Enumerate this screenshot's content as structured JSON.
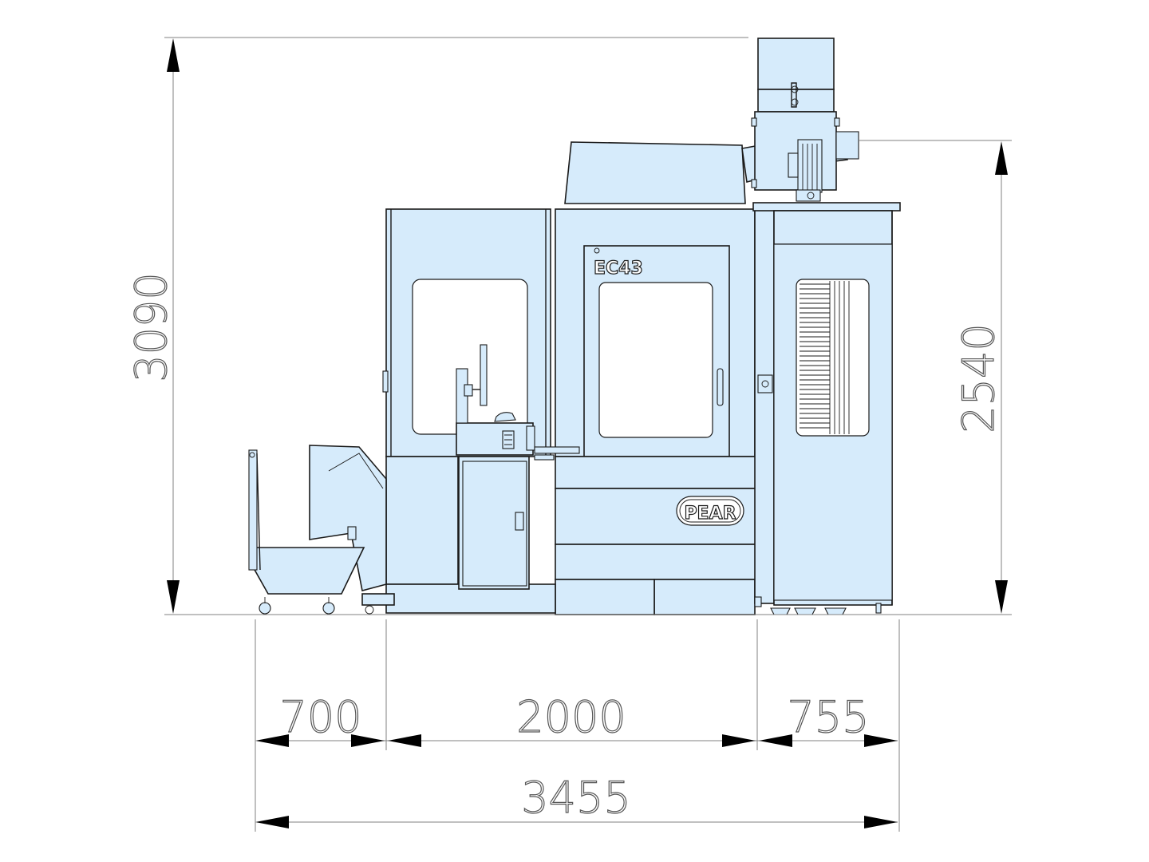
{
  "machine": {
    "model": "EC43",
    "brand": "PEAR"
  },
  "dimensions": {
    "overall_height": "3090",
    "machine_height": "2540",
    "conveyor_width": "700",
    "machine_width": "2000",
    "magazine_width": "755",
    "overall_width": "3455"
  },
  "colors": {
    "body_fill": "#d6ebfb",
    "outline": "#1a1a1a",
    "dimension_line": "#808080"
  }
}
